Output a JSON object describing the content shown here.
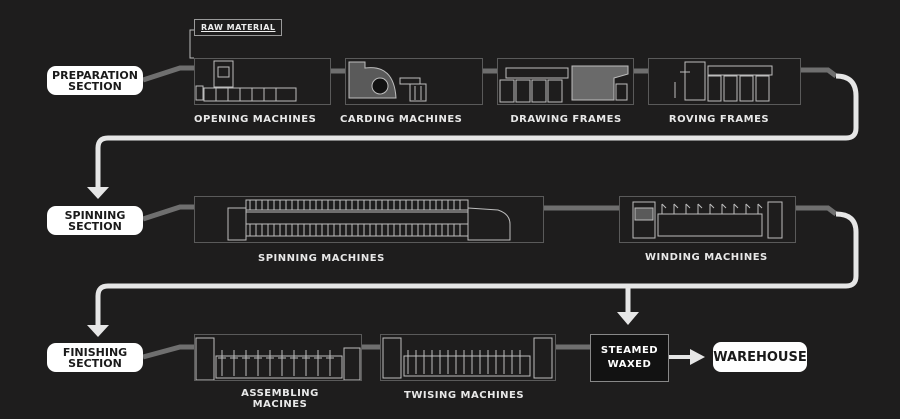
{
  "sections": {
    "preparation": {
      "line1": "PREPARATION",
      "line2": "SECTION"
    },
    "spinning": {
      "line1": "SPINNING",
      "line2": "SECTION"
    },
    "finishing": {
      "line1": "FINISHING",
      "line2": "SECTION"
    }
  },
  "raw_material": "RAW MATERIAL",
  "machines": {
    "opening": "OPENING MACHINES",
    "carding": "CARDING MACHINES",
    "drawing": "DRAWING FRAMES",
    "roving": "ROVING FRAMES",
    "spinning": "SPINNING MACHINES",
    "winding": "WINDING MACHINES",
    "assembling_line1": "ASSEMBLING",
    "assembling_line2": "MACINES",
    "twising": "TWISING MACHINES"
  },
  "steamed": {
    "line1": "STEAMED",
    "line2": "WAXED"
  },
  "warehouse": "WAREHOUSE",
  "colors": {
    "background": "#1e1d1d",
    "flow": "#e6e6e6",
    "connector": "#6f6f6f",
    "machine_box": "#121212"
  }
}
